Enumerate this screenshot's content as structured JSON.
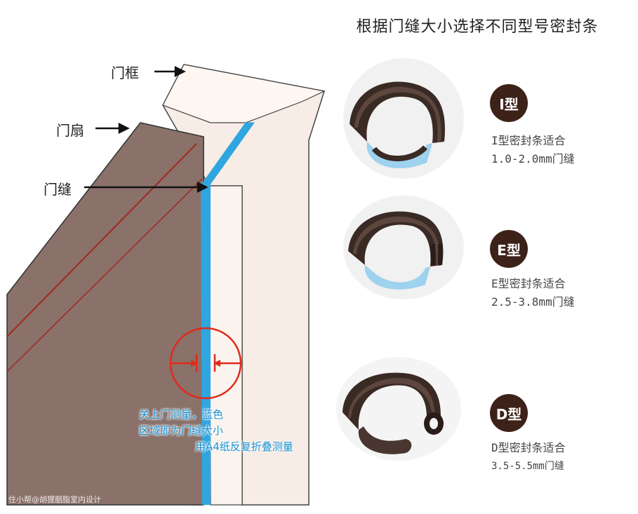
{
  "header": {
    "title": "根据门缝大小选择不同型号密封条"
  },
  "callouts": {
    "frame": "门框",
    "leaf": "门扇",
    "gap": "门缝"
  },
  "annotation": {
    "line1": "关上门测量，蓝色",
    "line2": "区域即为门缝大小",
    "line3": "用A4纸反复折叠测量"
  },
  "strips": [
    {
      "badge": "I型",
      "line1": "I型密封条适合",
      "line2": "1.0-2.0mm门缝"
    },
    {
      "badge": "E型",
      "line1": "E型密封条适合",
      "line2": "2.5-3.8mm门缝"
    },
    {
      "badge": "D型",
      "line1": "D型密封条适合",
      "line2": "3.5-5.5mm门缝"
    }
  ],
  "watermark": "住小帮@胡狸胭脂室内设计",
  "colors": {
    "door": "#8a716a",
    "frame": "#f7ece6",
    "gap": "#2fa6e0",
    "rubber": "#3a2a24",
    "badge": "#3d2219",
    "measure": "#e02a1a"
  }
}
